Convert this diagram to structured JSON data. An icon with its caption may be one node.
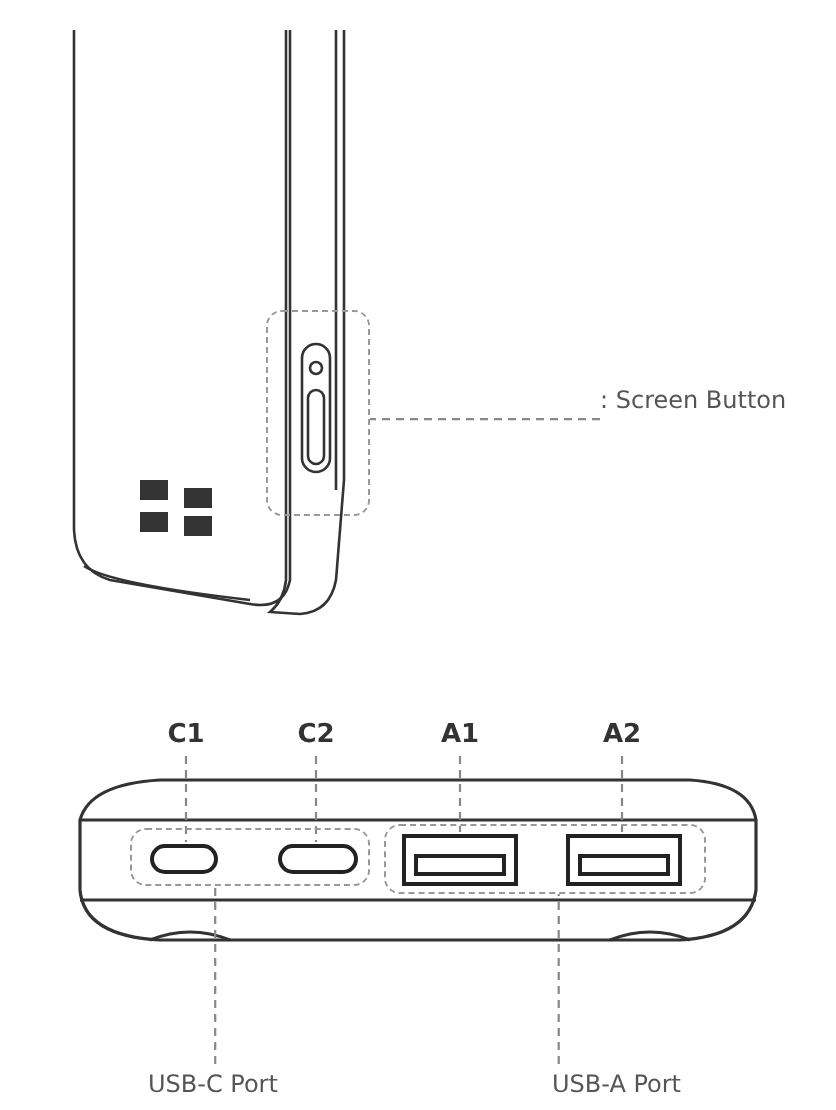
{
  "diagram": {
    "nodes": [
      {
        "text": [
          ": Screen Button"
        ]
      },
      {
        "text": [],
        "shape": "box"
      },
      {
        "text": [
          "C1"
        ]
      },
      {
        "text": [
          "C2"
        ]
      },
      {
        "text": [
          "A1"
        ]
      },
      {
        "text": [
          "A2"
        ]
      },
      {
        "text": [],
        "shape": "box"
      },
      {
        "text": [],
        "shape": "box",
        "in": 6
      },
      {
        "text": [],
        "shape": "box",
        "in": 6
      },
      {
        "text": [],
        "shape": "box"
      },
      {
        "text": [],
        "shape": "box",
        "in": 9
      },
      {
        "text": [],
        "shape": "box",
        "in": 9
      },
      {
        "text": [
          "USB-C Port"
        ]
      },
      {
        "text": [
          "USB-A Port"
        ]
      }
    ],
    "edges": [
      {
        "from": 0,
        "to": 1,
        "arrow": "none",
        "style": "dashed"
      },
      {
        "from": 2,
        "to": 7,
        "arrow": "none",
        "style": "dashed"
      },
      {
        "from": 3,
        "to": 8,
        "arrow": "none",
        "style": "dashed"
      },
      {
        "from": 4,
        "to": 10,
        "arrow": "none",
        "style": "dashed"
      },
      {
        "from": 5,
        "to": 11,
        "arrow": "none",
        "style": "dashed"
      },
      {
        "from": 12,
        "to": 6,
        "arrow": "none",
        "style": "dashed"
      },
      {
        "from": 13,
        "to": 9,
        "arrow": "none",
        "style": "dashed"
      }
    ]
  }
}
